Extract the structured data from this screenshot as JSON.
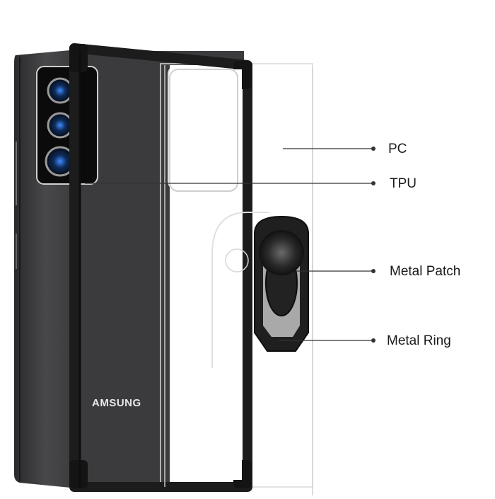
{
  "image": {
    "subject": "Clear phone case with kickstand ring, exploded view",
    "brand_text": "AMSUNG",
    "colors": {
      "background": "#ffffff",
      "phone_body": "#3a3a3c",
      "bumper": "#1c1c1c",
      "callout_line": "#333333",
      "label_text": "#1a1a1a",
      "lens_blue": "#2a6fd6"
    }
  },
  "callouts": [
    {
      "id": "pc",
      "label": "PC"
    },
    {
      "id": "tpu",
      "label": "TPU"
    },
    {
      "id": "metal-patch",
      "label": "Metal Patch"
    },
    {
      "id": "metal-ring",
      "label": "Metal Ring"
    }
  ]
}
